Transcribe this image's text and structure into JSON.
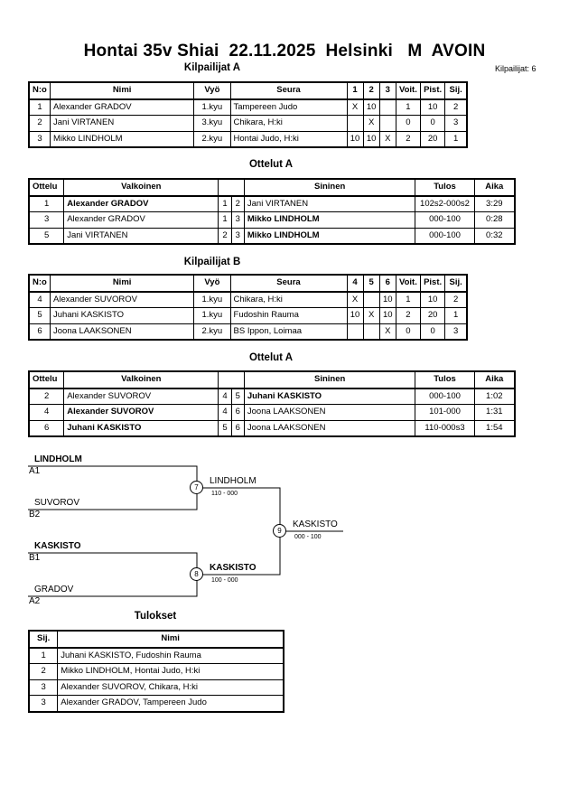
{
  "header": {
    "title": "Hontai 35v Shiai  22.11.2025  Helsinki   M  AVOIN",
    "competitors_count": "Kilpailijat: 6"
  },
  "pool_a": {
    "title": "Kilpailijat A",
    "columns": [
      "N:o",
      "Nimi",
      "Vyö",
      "Seura",
      "1",
      "2",
      "3",
      "Voit.",
      "Pist.",
      "Sij."
    ],
    "rows": [
      [
        "1",
        "Alexander GRADOV",
        "1.kyu",
        "Tampereen Judo",
        "X",
        "10",
        "",
        "1",
        "10",
        "2"
      ],
      [
        "2",
        "Jani VIRTANEN",
        "3.kyu",
        "Chikara, H:ki",
        "",
        "X",
        "",
        "0",
        "0",
        "3"
      ],
      [
        "3",
        "Mikko LINDHOLM",
        "2.kyu",
        "Hontai Judo, H:ki",
        "10",
        "10",
        "X",
        "2",
        "20",
        "1"
      ]
    ]
  },
  "matches_a": {
    "title": "Ottelut A",
    "columns": [
      "Ottelu",
      "Valkoinen",
      "",
      "",
      "Sininen",
      "Tulos",
      "Aika"
    ],
    "rows": [
      [
        "1",
        "Alexander GRADOV",
        "1",
        "2",
        "Jani VIRTANEN",
        "102s2-000s2",
        "3:29"
      ],
      [
        "3",
        "Alexander GRADOV",
        "1",
        "3",
        "Mikko LINDHOLM",
        "000-100",
        "0:28"
      ],
      [
        "5",
        "Jani VIRTANEN",
        "2",
        "3",
        "Mikko LINDHOLM",
        "000-100",
        "0:32"
      ]
    ]
  },
  "pool_b": {
    "title": "Kilpailijat B",
    "columns": [
      "N:o",
      "Nimi",
      "Vyö",
      "Seura",
      "4",
      "5",
      "6",
      "Voit.",
      "Pist.",
      "Sij."
    ],
    "rows": [
      [
        "4",
        "Alexander SUVOROV",
        "1.kyu",
        "Chikara, H:ki",
        "X",
        "",
        "10",
        "1",
        "10",
        "2"
      ],
      [
        "5",
        "Juhani KASKISTO",
        "1.kyu",
        "Fudoshin Rauma",
        "10",
        "X",
        "10",
        "2",
        "20",
        "1"
      ],
      [
        "6",
        "Joona LAAKSONEN",
        "2.kyu",
        "BS Ippon, Loimaa",
        "",
        "",
        "X",
        "0",
        "0",
        "3"
      ]
    ]
  },
  "matches_b": {
    "title": "Ottelut A",
    "columns": [
      "Ottelu",
      "Valkoinen",
      "",
      "",
      "Sininen",
      "Tulos",
      "Aika"
    ],
    "rows": [
      [
        "2",
        "Alexander SUVOROV",
        "4",
        "5",
        "Juhani KASKISTO",
        "000-100",
        "1:02"
      ],
      [
        "4",
        "Alexander SUVOROV",
        "4",
        "6",
        "Joona LAAKSONEN",
        "101-000",
        "1:31"
      ],
      [
        "6",
        "Juhani KASKISTO",
        "5",
        "6",
        "Joona LAAKSONEN",
        "110-000s3",
        "1:54"
      ]
    ]
  },
  "bracket": {
    "sf1_top_name": "LINDHOLM",
    "sf1_top_seed": "A1",
    "sf1_bottom_name": "SUVOROV",
    "sf1_bottom_seed": "B2",
    "sf1_match": "7",
    "sf1_winner": "LINDHOLM",
    "sf1_score": "110 - 000",
    "sf2_top_name": "KASKISTO",
    "sf2_top_seed": "B1",
    "sf2_bottom_name": "GRADOV",
    "sf2_bottom_seed": "A2",
    "sf2_match": "8",
    "sf2_winner": "KASKISTO",
    "sf2_score": "100 - 000",
    "final_match": "9",
    "final_winner": "KASKISTO",
    "final_score": "000 - 100"
  },
  "results": {
    "title": "Tulokset",
    "columns": [
      "Sij.",
      "Nimi"
    ],
    "rows": [
      [
        "1",
        "Juhani KASKISTO, Fudoshin Rauma"
      ],
      [
        "2",
        "Mikko LINDHOLM, Hontai Judo, H:ki"
      ],
      [
        "3",
        "Alexander SUVOROV, Chikara, H:ki"
      ],
      [
        "3",
        "Alexander GRADOV, Tampereen Judo"
      ]
    ]
  }
}
